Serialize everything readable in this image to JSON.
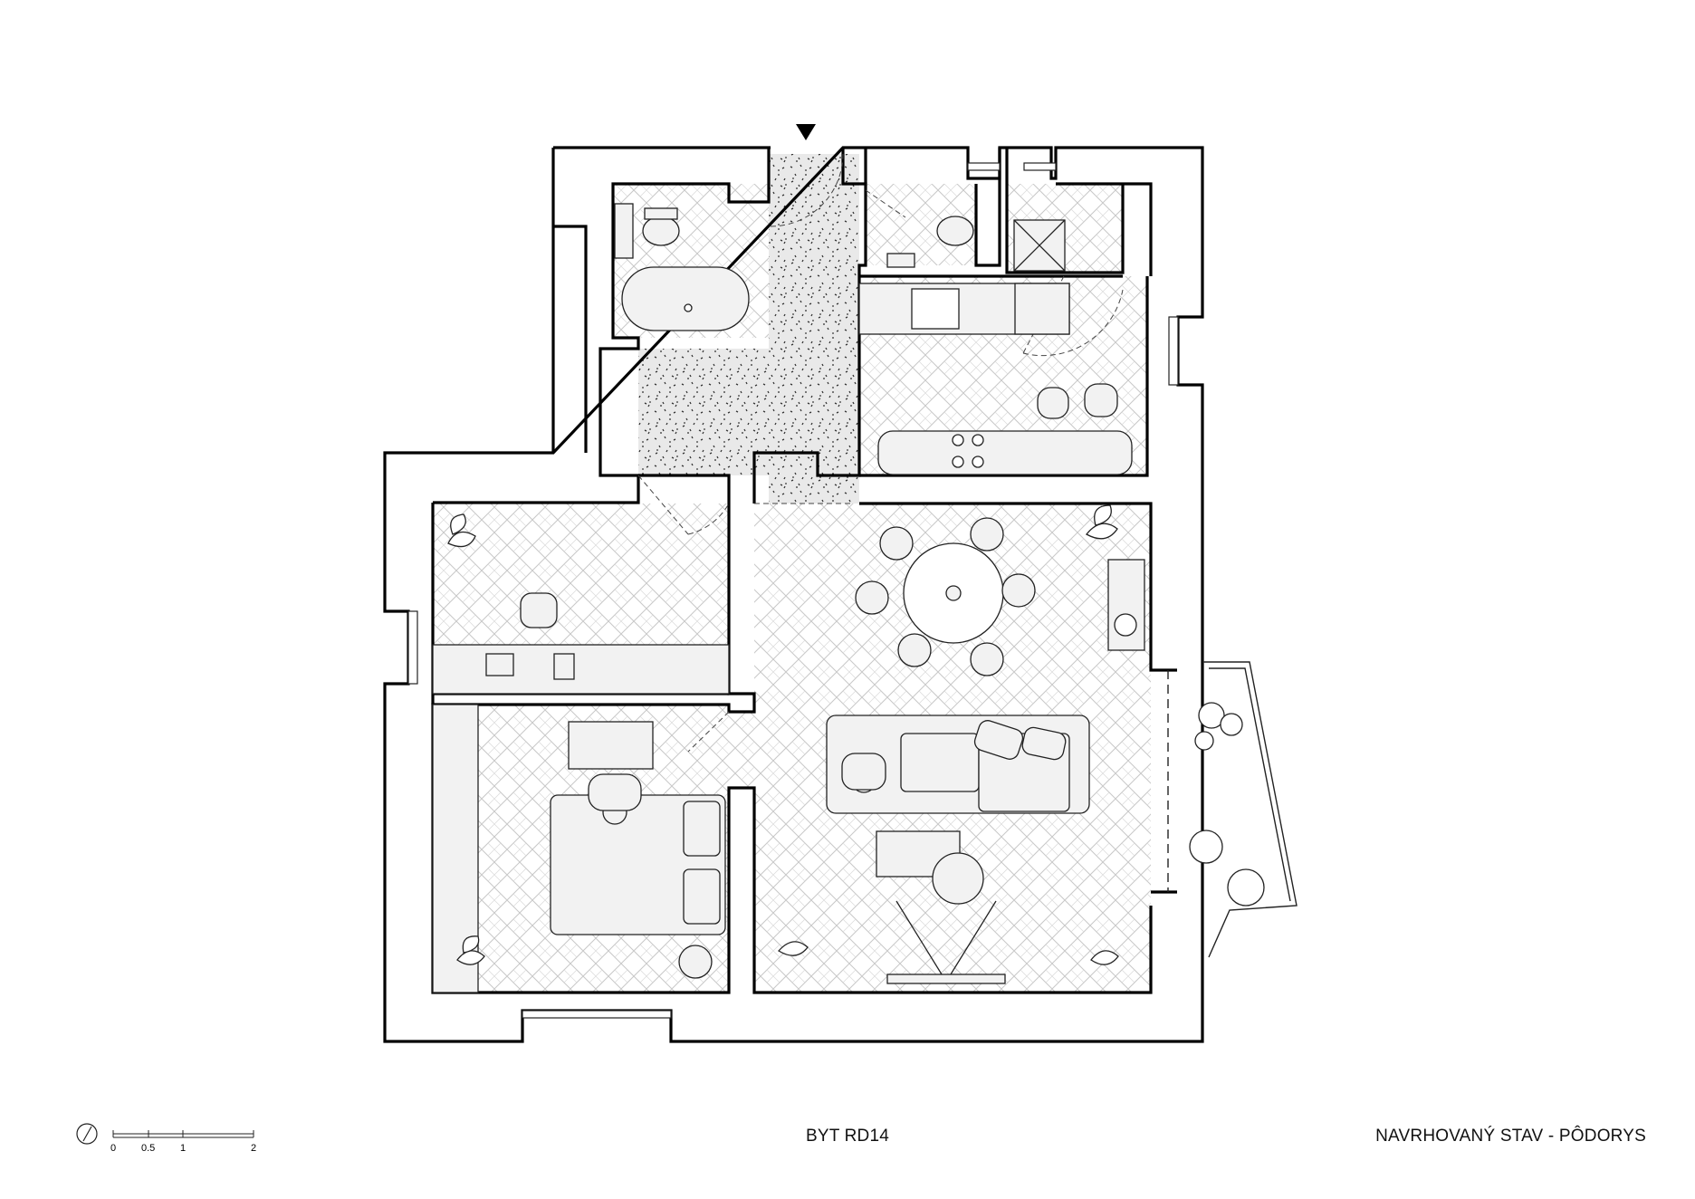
{
  "drawing": {
    "project_title": "BYT RD14",
    "drawing_title": "NAVRHOVANÝ STAV - PÔDORYS"
  },
  "scale_bar": {
    "labels": [
      "0",
      "0.5",
      "1",
      "2"
    ],
    "unit_values": [
      0,
      0.5,
      1,
      2
    ]
  },
  "entry_marker": "down-triangle-arrow",
  "colors": {
    "wall": "#000000",
    "herringbone_floor": "#c8c8c8",
    "terrazzo_floor": "#e6e6e6",
    "terrazzo_speckle": "#333333",
    "furniture": "#f2f2f2",
    "line": "#222222"
  },
  "rooms": [
    {
      "id": "bathroom",
      "floor": "herringbone"
    },
    {
      "id": "hallway",
      "floor": "terrazzo"
    },
    {
      "id": "wc",
      "floor": "herringbone"
    },
    {
      "id": "utility",
      "floor": "herringbone"
    },
    {
      "id": "kitchen",
      "floor": "herringbone"
    },
    {
      "id": "study",
      "floor": "herringbone"
    },
    {
      "id": "bedroom",
      "floor": "herringbone"
    },
    {
      "id": "living-dining",
      "floor": "herringbone"
    },
    {
      "id": "balcony",
      "floor": "none"
    }
  ]
}
